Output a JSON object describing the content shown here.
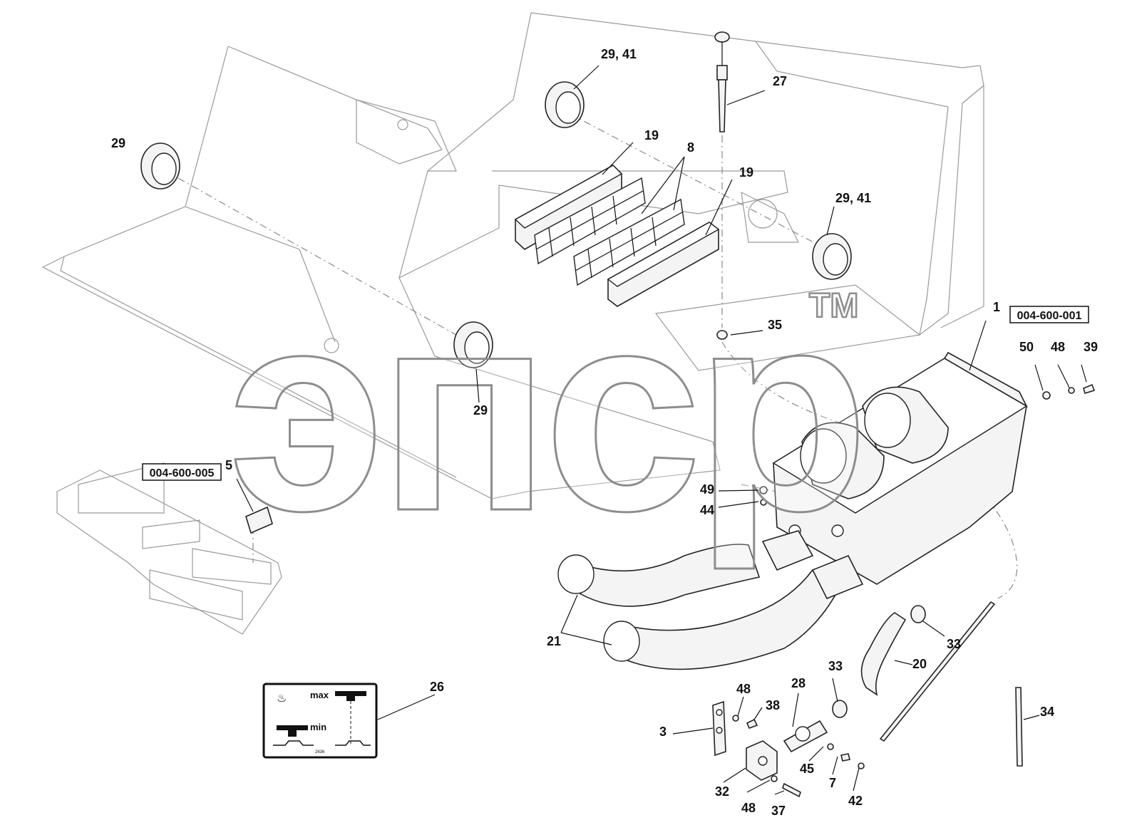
{
  "watermark": {
    "text": "эпср",
    "trademark": "TM"
  },
  "reference_boxes": [
    {
      "id": "box-main",
      "text": "004-600-001"
    },
    {
      "id": "box-switch",
      "text": "004-600-005"
    }
  ],
  "callouts": {
    "c29_41_top": "29, 41",
    "c29_left": "29",
    "c27": "27",
    "c19_top": "19",
    "c8": "8",
    "c19_mid": "19",
    "c29_41_right": "29, 41",
    "c1": "1",
    "c35": "35",
    "c29_center": "29",
    "c50": "50",
    "c48_top": "48",
    "c39": "39",
    "c5": "5",
    "c49": "49",
    "c44": "44",
    "c21": "21",
    "c33_right": "33",
    "c20": "20",
    "c26": "26",
    "c33_mid": "33",
    "c28": "28",
    "c48_mid": "48",
    "c38": "38",
    "c34": "34",
    "c3": "3",
    "c45": "45",
    "c7": "7",
    "c32": "32",
    "c42": "42",
    "c48_bot": "48",
    "c37": "37"
  },
  "decal": {
    "max_label": "max",
    "min_label": "min",
    "code": "2636"
  },
  "colors": {
    "line": "#222222",
    "ghost": "#9a9a9a",
    "watermark": "#8d8d8d"
  }
}
